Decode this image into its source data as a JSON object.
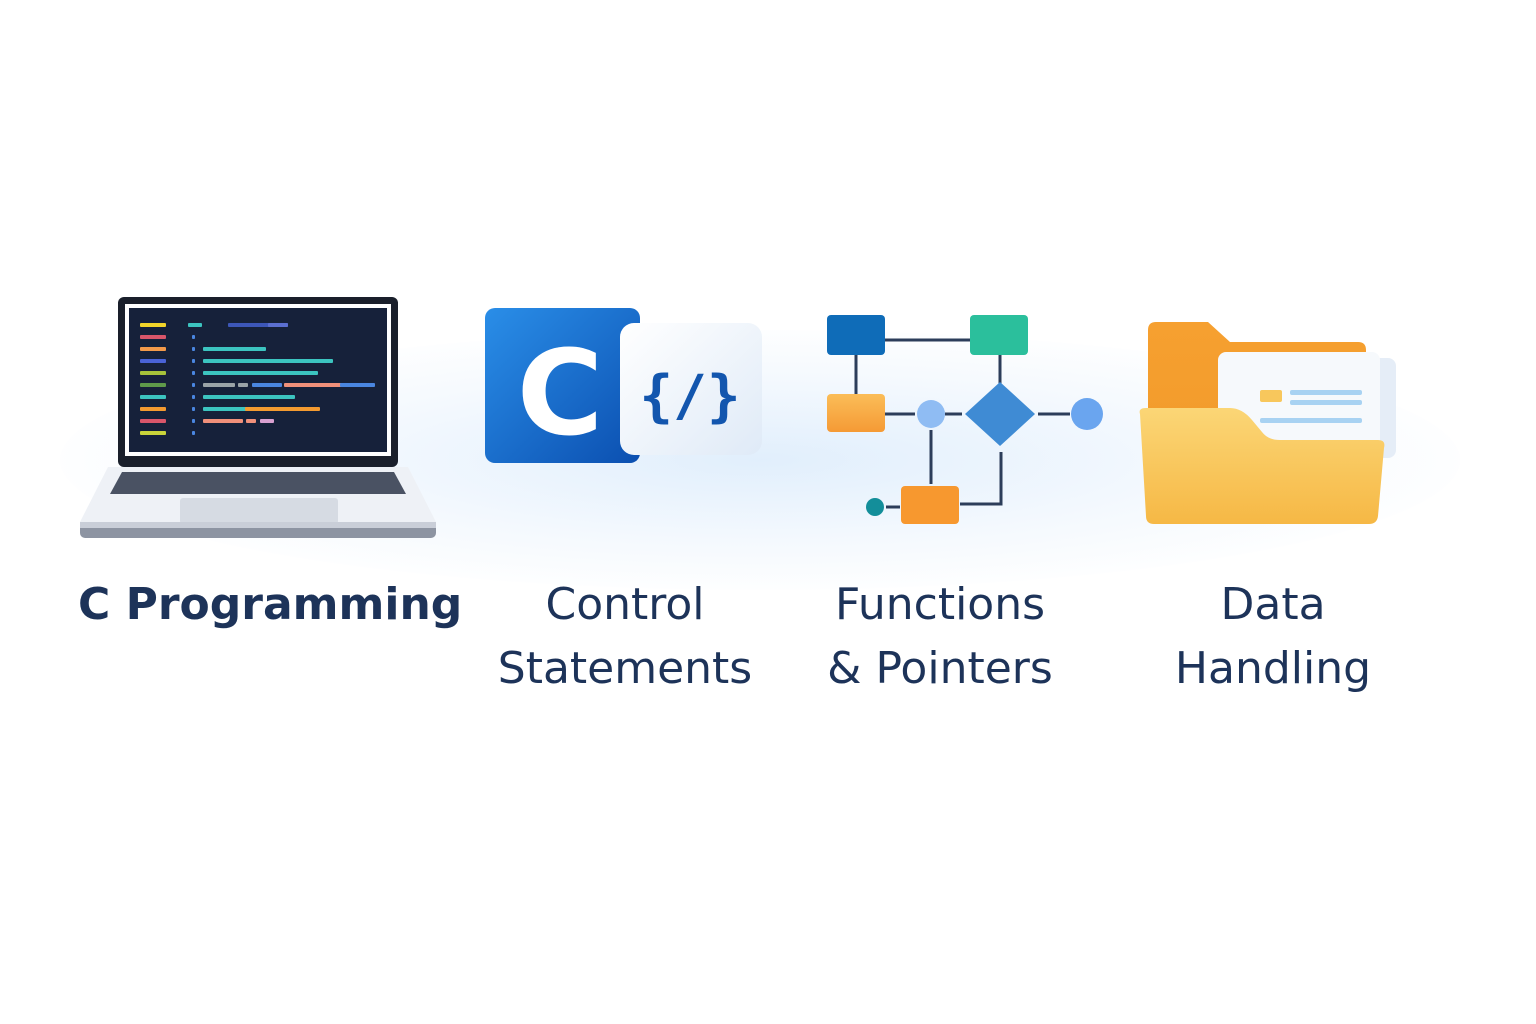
{
  "topics": [
    {
      "id": "c-programming",
      "lines": [
        "C Programming"
      ],
      "bold": true
    },
    {
      "id": "control-statements",
      "lines": [
        "Control",
        "Statements"
      ]
    },
    {
      "id": "functions-pointers",
      "lines": [
        "Functions",
        "& Pointers"
      ]
    },
    {
      "id": "data-handling",
      "lines": [
        "Data",
        "Handling"
      ]
    }
  ],
  "logo": {
    "letter": "C",
    "code_symbol": "{/}"
  },
  "colors": {
    "text": "#1d3359",
    "blue": "#1565c0",
    "teal": "#2bbf9c",
    "orange": "#f7a43a",
    "folder_front": "#f8c95a",
    "screen": "#16213a"
  }
}
